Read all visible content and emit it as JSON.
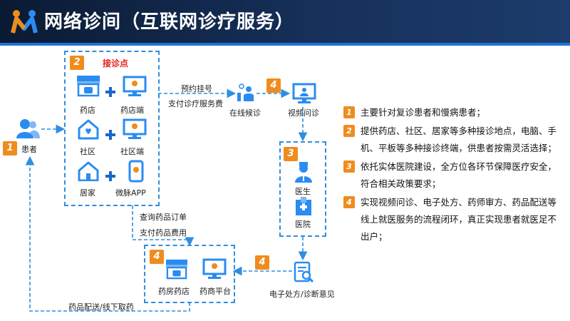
{
  "header": {
    "title": "网络诊间（互联网诊疗服务）"
  },
  "patient": {
    "badge": "1",
    "label": "患者"
  },
  "reception": {
    "badge": "2",
    "title": "接诊点",
    "rows": [
      {
        "left": "药店",
        "right": "药店端"
      },
      {
        "left": "社区",
        "right": "社区端"
      },
      {
        "left": "居家",
        "right": "微脉APP"
      }
    ]
  },
  "flow": {
    "appointment": "预约挂号",
    "payment": "支付诊疗服务费",
    "waiting": "在线候诊",
    "video_badge": "4",
    "video": "视频问诊",
    "doctor_badge": "3",
    "doctor": "医生",
    "hospital": "医院",
    "rx_badge": "4",
    "rx": "电子处方/诊断意见",
    "query_order": "查询药品订单",
    "pay_drug": "支付药品费用",
    "pharmacy_badge": "4",
    "pharmacy": "药房药店",
    "platform": "药商平台",
    "delivery": "药品配送/线下取药"
  },
  "notes": [
    {
      "badge": "1",
      "text": "主要针对复诊患者和慢病患者；"
    },
    {
      "badge": "2",
      "text": "提供药店、社区、居家等多种接诊地点，电脑、手机、平板等多种接诊终端，供患者按需灵活选择；"
    },
    {
      "badge": "3",
      "text": "依托实体医院建设，全方位各环节保障医疗安全，符合相关政策要求；"
    },
    {
      "badge": "4",
      "text": "实现视频问诊、电子处方、药师审方、药品配送等线上就医服务的流程闭环，真正实现患者就医足不出户；"
    }
  ],
  "colors": {
    "accent": "#1e72d6",
    "badge": "#f08c1e",
    "dash": "#2f8ee0",
    "header": "#0b1a33"
  }
}
